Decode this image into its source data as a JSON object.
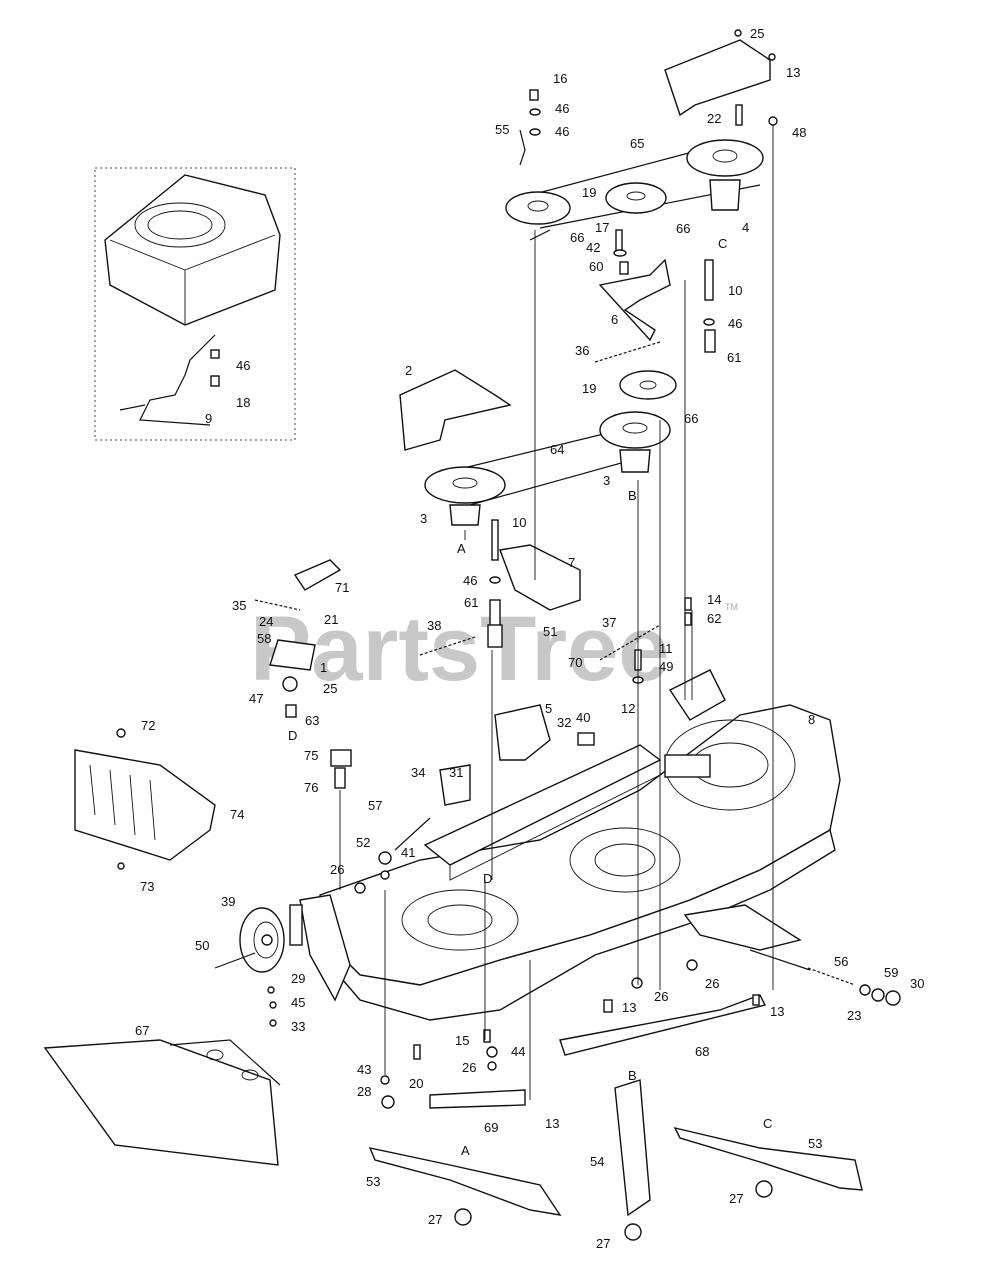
{
  "watermark": "PartsTree",
  "trademark": "TM",
  "callouts": {
    "c1": "1",
    "c2": "2",
    "c3a": "3",
    "c3b": "3",
    "c4": "4",
    "c5": "5",
    "c6": "6",
    "c7": "7",
    "c8": "8",
    "c9": "9",
    "c10a": "10",
    "c10b": "10",
    "c11": "11",
    "c12": "12",
    "c13a": "13",
    "c13b": "13",
    "c13c": "13",
    "c13d": "13",
    "c14": "14",
    "c15": "15",
    "c16": "16",
    "c17": "17",
    "c18": "18",
    "c19a": "19",
    "c19b": "19",
    "c20": "20",
    "c21": "21",
    "c22": "22",
    "c23": "23",
    "c24": "24",
    "c25a": "25",
    "c25b": "25",
    "c26a": "26",
    "c26b": "26",
    "c26c": "26",
    "c26d": "26",
    "c27a": "27",
    "c27b": "27",
    "c27c": "27",
    "c28": "28",
    "c29": "29",
    "c30": "30",
    "c31": "31",
    "c32": "32",
    "c33": "33",
    "c34": "34",
    "c35": "35",
    "c36": "36",
    "c37": "37",
    "c38": "38",
    "c39": "39",
    "c40": "40",
    "c41": "41",
    "c42": "42",
    "c43": "43",
    "c44": "44",
    "c45": "45",
    "c46a": "46",
    "c46b": "46",
    "c46c": "46",
    "c46d": "46",
    "c46e": "46",
    "c47": "47",
    "c48": "48",
    "c49": "49",
    "c50": "50",
    "c51": "51",
    "c52": "52",
    "c53a": "53",
    "c53b": "53",
    "c54": "54",
    "c55": "55",
    "c56": "56",
    "c57": "57",
    "c58": "58",
    "c59": "59",
    "c60": "60",
    "c61a": "61",
    "c61b": "61",
    "c62": "62",
    "c63": "63",
    "c64": "64",
    "c65": "65",
    "c66a": "66",
    "c66b": "66",
    "c66c": "66",
    "c67": "67",
    "c68": "68",
    "c69": "69",
    "c70": "70",
    "c71": "71",
    "c72": "72",
    "c73": "73",
    "c74": "74",
    "c75": "75",
    "c76": "76"
  },
  "letters": {
    "A1": "A",
    "B1": "B",
    "C1": "C",
    "D1": "D",
    "D2": "D",
    "A2": "A",
    "B2": "B",
    "C2": "C"
  }
}
